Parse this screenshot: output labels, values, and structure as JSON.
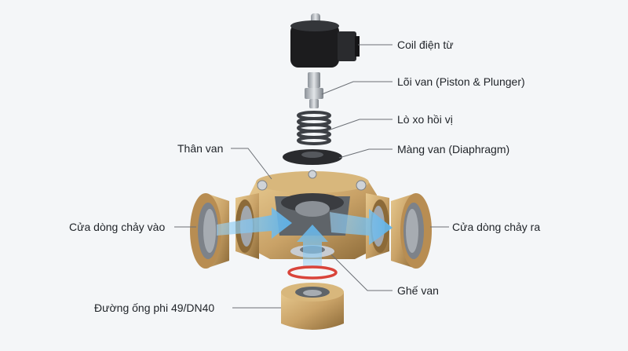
{
  "labels": {
    "coil": "Coil điện từ",
    "core": "Lõi van (Piston & Plunger)",
    "spring": "Lò xo hồi vị",
    "diaphragm": "Màng van (Diaphragm)",
    "body": "Thân van",
    "inlet": "Cửa dòng chảy vào",
    "outlet": "Cửa dòng chảy ra",
    "seat": "Ghế van",
    "pipe": "Đường ống phi 49/DN40"
  },
  "colors": {
    "brass": "#c9a267",
    "brass_dark": "#8c6a38",
    "coil_black": "#1c1c1e",
    "flow_blue": "#7fc4ef",
    "oring": "#d9443a",
    "leader": "#6b6f75"
  }
}
